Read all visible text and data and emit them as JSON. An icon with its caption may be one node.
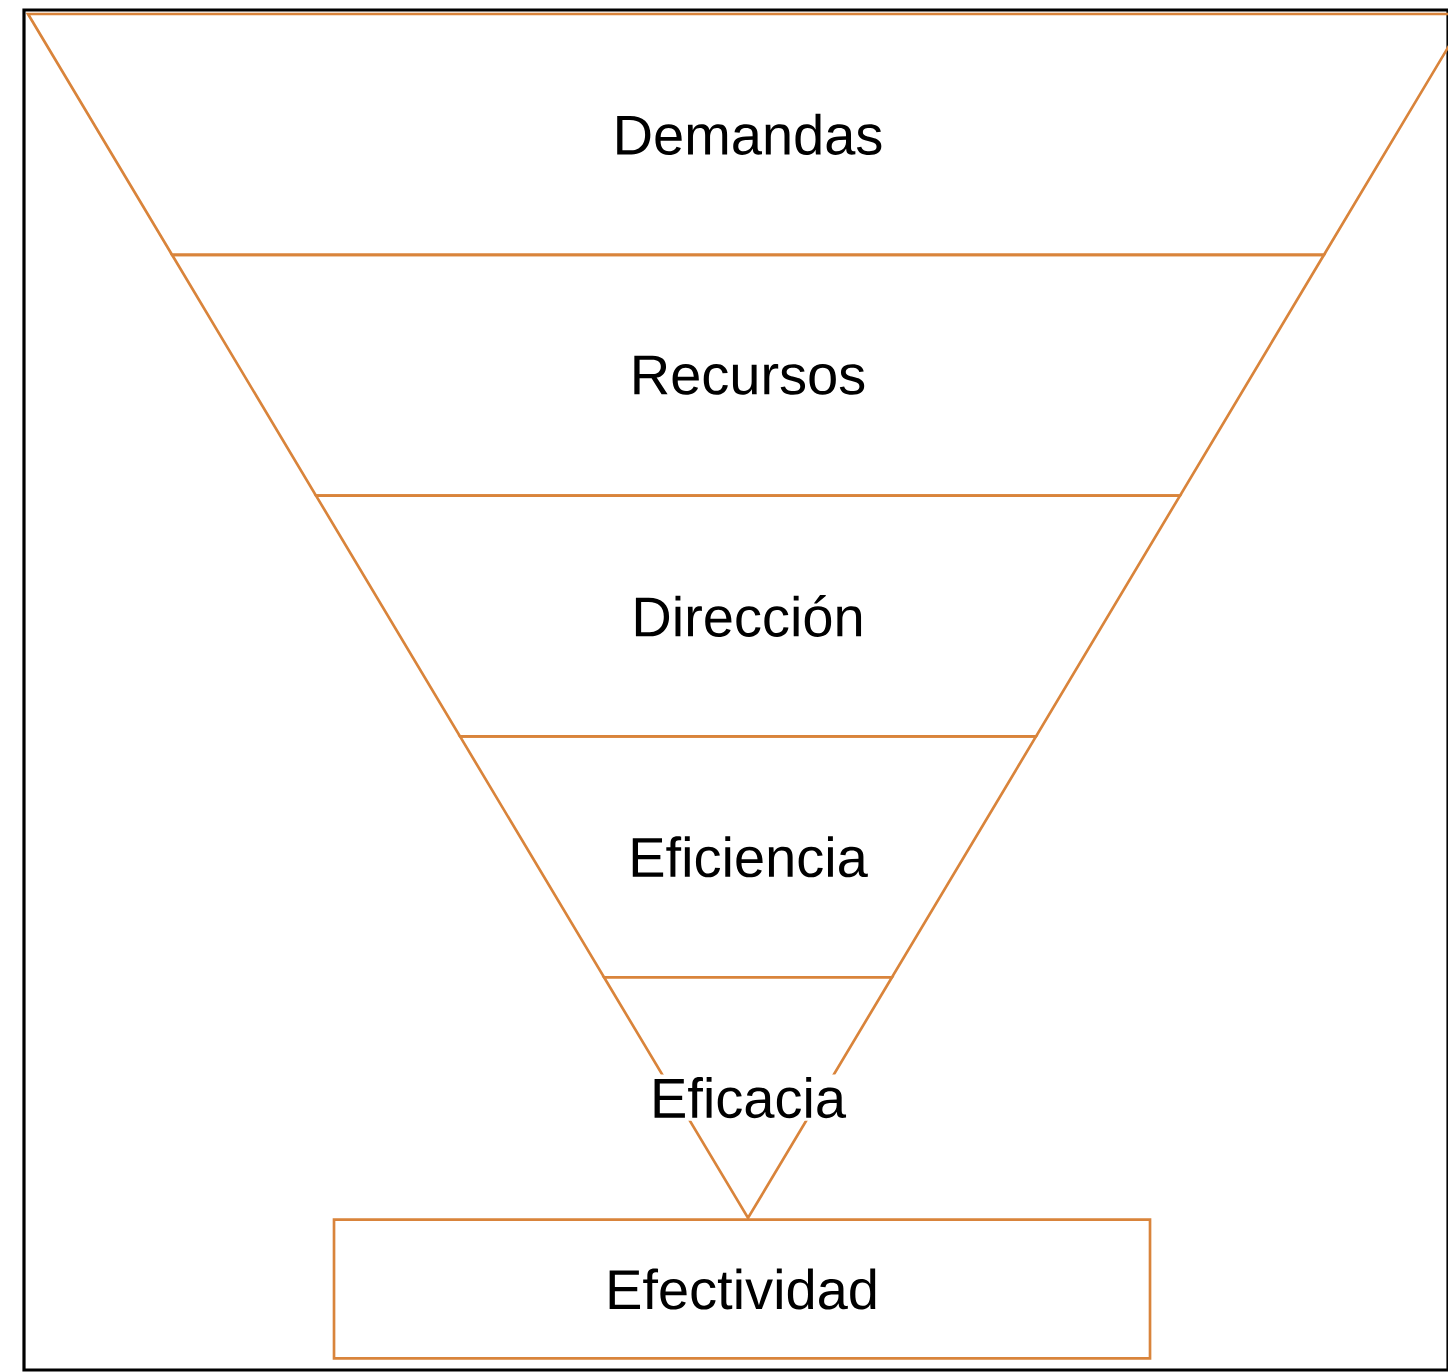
{
  "diagram": {
    "nodes": [
      {
        "text": [
          "Demandas"
        ]
      },
      {
        "text": [
          "Recursos"
        ]
      },
      {
        "text": [
          "Dirección"
        ]
      },
      {
        "text": [
          "Eficiencia"
        ]
      },
      {
        "text": [
          "Eficacia"
        ]
      },
      {
        "text": [
          "Efectividad"
        ]
      }
    ]
  }
}
